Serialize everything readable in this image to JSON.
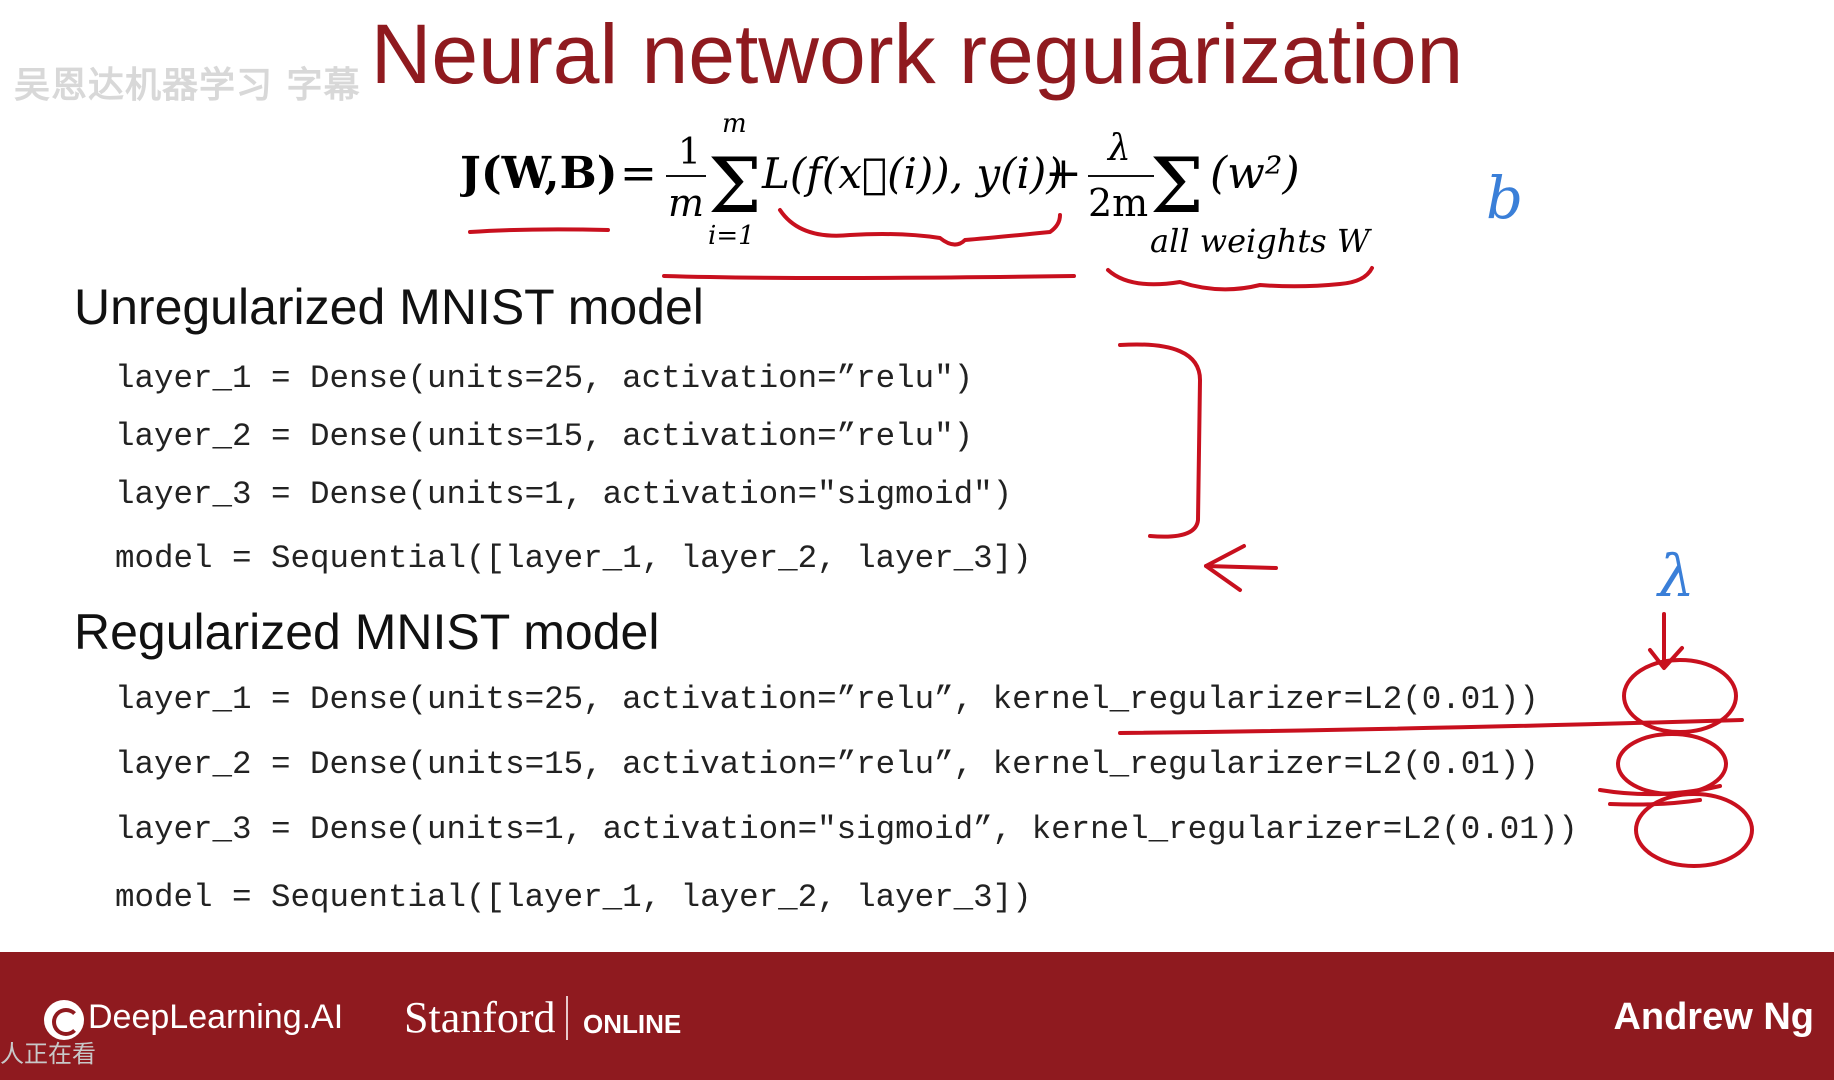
{
  "watermark": "吴恩达机器学习 字幕",
  "title": "Neural network regularization",
  "formula": {
    "lhs": "J(W,B)",
    "equals": "=",
    "frac1_num": "1",
    "frac1_den": "m",
    "sum_top": "m",
    "sum_bottom": "i=1",
    "loss": "L(f(x⃗(i)), y(i))",
    "plus": "+",
    "frac2_num": "λ",
    "frac2_den": "2m",
    "reg_term": "(w²)",
    "sum2_sub": "all weights W"
  },
  "unregularized": {
    "heading": "Unregularized MNIST model",
    "lines": [
      "layer_1 = Dense(units=25, activation=”relu\")",
      "layer_2 = Dense(units=15, activation=”relu\")",
      "layer_3 = Dense(units=1, activation=\"sigmoid\")",
      "model = Sequential([layer_1, layer_2, layer_3])"
    ]
  },
  "regularized": {
    "heading": "Regularized MNIST model",
    "lines": [
      "layer_1 = Dense(units=25, activation=”relu”, kernel_regularizer=L2(0.01))",
      "layer_2 = Dense(units=15, activation=”relu”, kernel_regularizer=L2(0.01))",
      "layer_3 = Dense(units=1, activation=\"sigmoid”, kernel_regularizer=L2(0.01))",
      "model = Sequential([layer_1, layer_2, layer_3])"
    ]
  },
  "annotations": {
    "b_note": "b",
    "lambda_note": "λ",
    "ink_red": "#c8101e",
    "ink_blue": "#3a7fd8"
  },
  "footer": {
    "brand": "DeepLearning.AI",
    "stanford": "Stanford",
    "online": "ONLINE",
    "author": "Andrew Ng",
    "viewers": "人正在看",
    "bg": "#8f1a1f"
  }
}
